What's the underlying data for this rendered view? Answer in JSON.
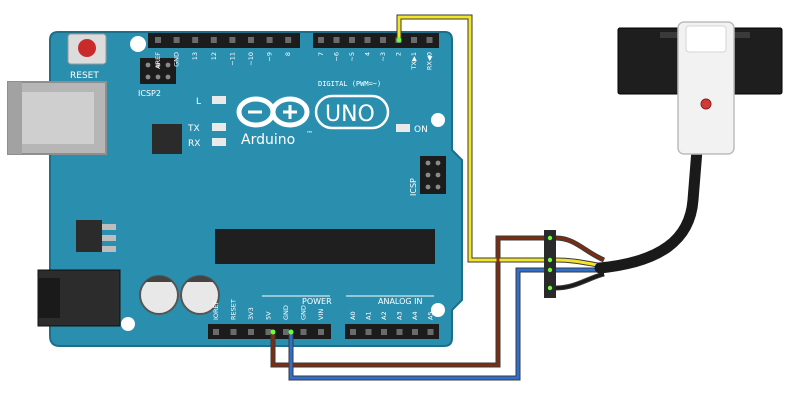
{
  "board": {
    "reset_label": "RESET",
    "icsp2_label": "ICSP2",
    "icsp_label": "ICSP",
    "l_label": "L",
    "tx_label": "TX",
    "rx_label": "RX",
    "on_label": "ON",
    "brand_label": "Arduino",
    "trademark": "™",
    "model_label": "UNO",
    "digital_label": "DIGITAL (PWM=~)",
    "power_label": "POWER",
    "analog_label": "ANALOG IN",
    "top_pins_left": [
      "AREF",
      "GND",
      "13",
      "12",
      "~11",
      "~10",
      "~9",
      "8"
    ],
    "top_pins_right": [
      "7",
      "~6",
      "~5",
      "4",
      "~3",
      "2",
      "TX▶1",
      "RX◀0"
    ],
    "power_pins": [
      "IOREF",
      "RESET",
      "3V3",
      "5V",
      "GND",
      "GND",
      "VIN"
    ],
    "analog_pins": [
      "A0",
      "A1",
      "A2",
      "A3",
      "A4",
      "A5"
    ]
  },
  "colors": {
    "board": "#2a8fae",
    "board_edge": "#1d6f89",
    "wire_signal": "#f3e52a",
    "wire_ground": "#7b2d12",
    "wire_power": "#2f6fce",
    "header": "#1c1c1c",
    "sensor_body": "#f2f2f2",
    "sensor_block": "#1e1e1e",
    "led": "#d23a3a"
  }
}
